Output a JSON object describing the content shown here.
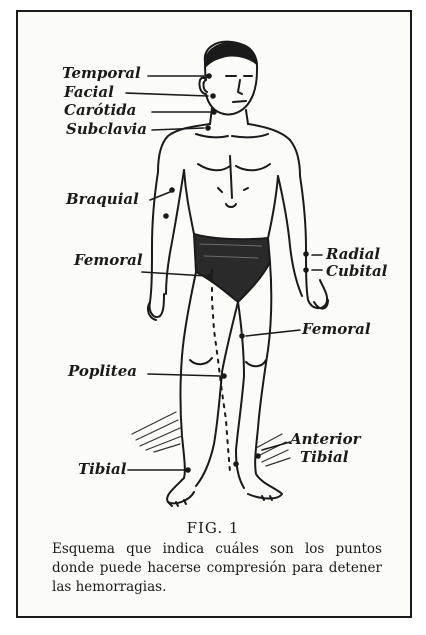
{
  "diagram": {
    "labels": {
      "temporal": "Temporal",
      "facial": "Facial",
      "carotida": "Carótida",
      "subclavia": "Subclavia",
      "braquial": "Braquial",
      "femoral_left": "Femoral",
      "radial": "Radial",
      "cubital": "Cubital",
      "femoral_right": "Femoral",
      "poplitea": "Poplitea",
      "anterior": "Anterior",
      "tibial_anterior": "Tibial",
      "tibial": "Tibial"
    },
    "line_color": "#1a1a1a",
    "shading_color": "#333333"
  },
  "caption": {
    "figure_label": "FIG. 1",
    "text": "Esquema que indica cuáles son los puntos donde puede hacerse compresión para detener las hemorragias."
  }
}
